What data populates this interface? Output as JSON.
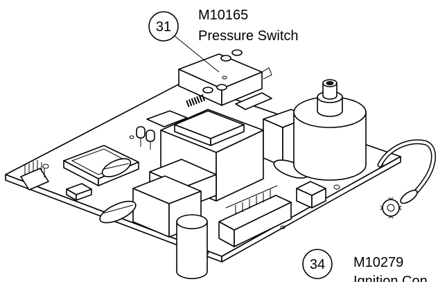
{
  "callouts": [
    {
      "number": "31",
      "part_no": "M10165",
      "description": "Pressure Switch"
    },
    {
      "number": "34",
      "part_no": "M10279",
      "description": "Ignition Con"
    }
  ]
}
